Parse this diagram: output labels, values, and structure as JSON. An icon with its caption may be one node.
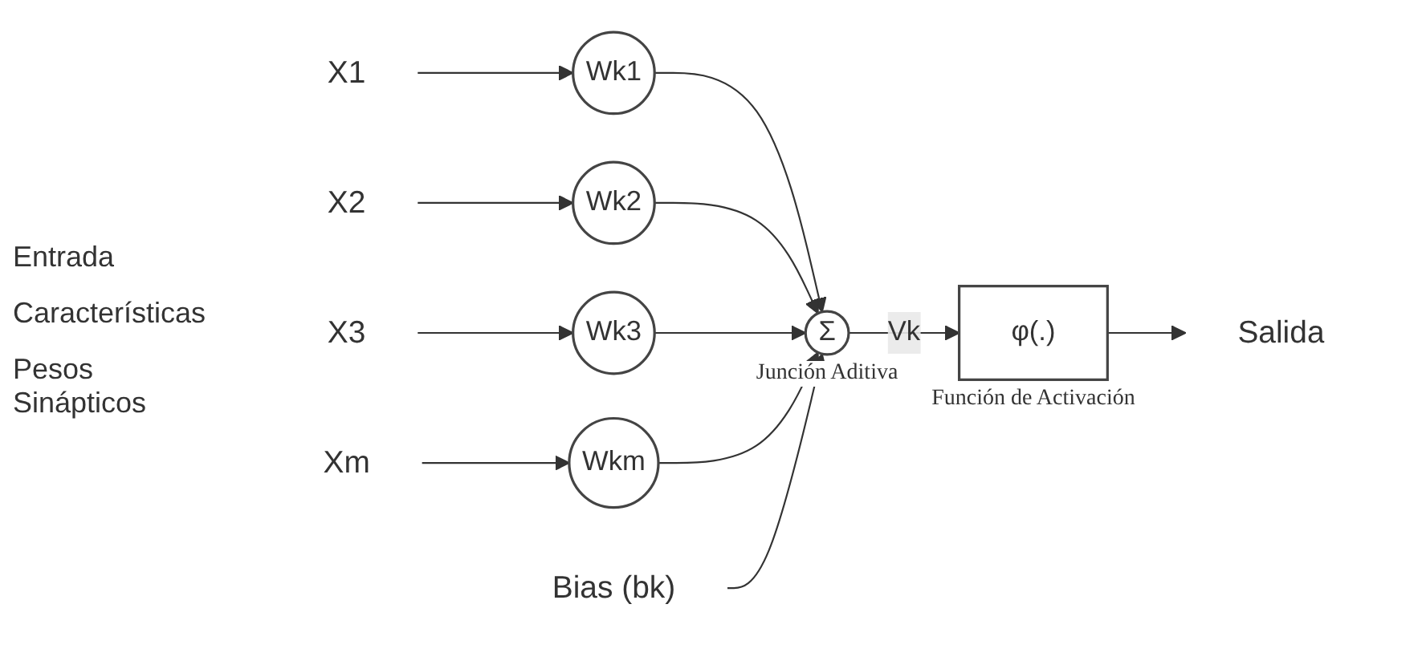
{
  "diagram": {
    "nodes": [
      {
        "text": [
          "X1"
        ]
      },
      {
        "text": [
          "Wk1"
        ]
      },
      {
        "text": [
          "X2"
        ]
      },
      {
        "text": [
          "Wk2"
        ]
      },
      {
        "text": [
          "X3"
        ]
      },
      {
        "text": [
          "Wk3"
        ]
      },
      {
        "text": [
          "Xm"
        ]
      },
      {
        "text": [
          "Wkm"
        ]
      },
      {
        "text": [
          "Bias (bk)"
        ]
      },
      {
        "text": [
          "Σ"
        ],
        "beside": [
          "Junción Aditiva"
        ]
      },
      {
        "text": [
          "φ(.)"
        ],
        "beside": [
          "Función de Activación"
        ]
      },
      {
        "text": [
          "Salida"
        ]
      }
    ],
    "edges": [
      {
        "from": 0,
        "to": 1,
        "arrow": "to"
      },
      {
        "from": 2,
        "to": 3,
        "arrow": "to"
      },
      {
        "from": 4,
        "to": 5,
        "arrow": "to"
      },
      {
        "from": 6,
        "to": 7,
        "arrow": "to"
      },
      {
        "from": 1,
        "to": 9,
        "arrow": "to"
      },
      {
        "from": 3,
        "to": 9,
        "arrow": "to"
      },
      {
        "from": 5,
        "to": 9,
        "arrow": "to"
      },
      {
        "from": 7,
        "to": 9,
        "arrow": "to"
      },
      {
        "from": 8,
        "to": 9,
        "arrow": "to"
      },
      {
        "from": 9,
        "to": 10,
        "label": "Vk",
        "arrow": "to"
      },
      {
        "from": 10,
        "to": 11,
        "arrow": "to"
      }
    ],
    "labels": [
      "Entrada",
      "Características",
      "Pesos Sinápticos"
    ]
  }
}
